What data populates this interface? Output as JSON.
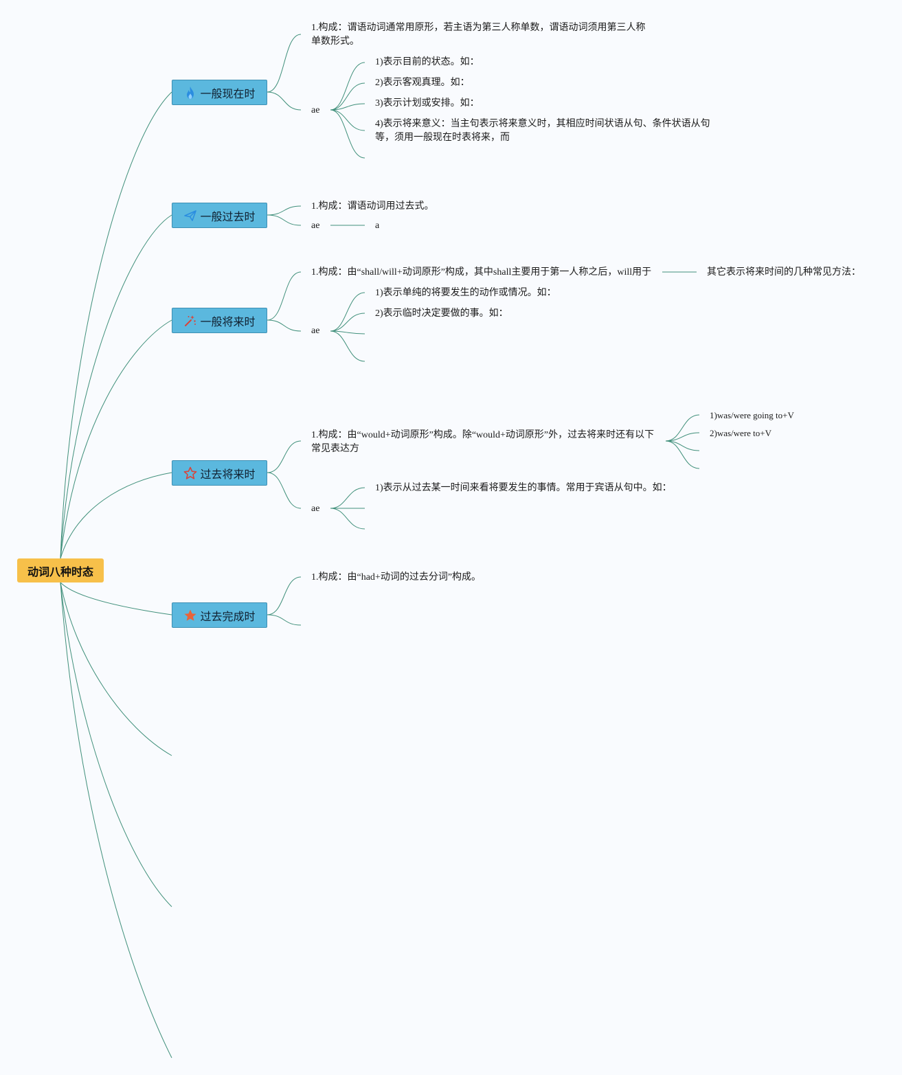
{
  "root": {
    "label": "动词八种时态"
  },
  "branches": [
    {
      "label": "一般现在时",
      "icon": "flame-icon",
      "icon_color": "#2a8de0",
      "rule": "1.构成：谓语动词通常用原形，若主语为第三人称单数，谓语动词须用第三人称单数形式。",
      "usage_key": "ae",
      "usages": [
        "1)表示目前的状态。如：",
        "2)表示客观真理。如：",
        "3)表示计划或安排。如：",
        "4)表示将来意义：当主句表示将来意义时，其相应时间状语从句、条件状语从句等，须用一般现在时表将来，而"
      ]
    },
    {
      "label": "一般过去时",
      "icon": "paper-plane-icon",
      "icon_color": "#2a8de0",
      "rule": "1.构成：谓语动词用过去式。",
      "usage_key": "ae",
      "usages": [
        "a"
      ]
    },
    {
      "label": "一般将来时",
      "icon": "magic-wand-icon",
      "icon_color": "#d8443a",
      "rule": "1.构成：由“shall/will+动词原形”构成，其中shall主要用于第一人称之后，will用于",
      "rule_extra": "其它表示将来时间的几种常见方法：",
      "usage_key": "ae",
      "usages": [
        "1)表示单纯的将要发生的动作或情况。如：",
        "2)表示临时决定要做的事。如："
      ]
    },
    {
      "label": "过去将来时",
      "icon": "star-outline-icon",
      "icon_color": "#d8443a",
      "rule": "1.构成：由“would+动词原形”构成。除“would+动词原形”外，过去将来时还有以下常见表达方",
      "rule_subs": [
        "1)was/were going to+V",
        "2)was/were to+V"
      ],
      "usage_key": "ae",
      "usages": [
        "1)表示从过去某一时间来看将要发生的事情。常用于宾语从句中。如："
      ]
    },
    {
      "label": "过去完成时",
      "icon": "star-filled-icon",
      "icon_color": "#e8643a",
      "rule": "1.构成：由“had+动词的过去分词”构成。"
    }
  ],
  "colors": {
    "link": "#3f8f7a",
    "root_fill": "#f7c04a",
    "branch_fill": "#5bb8de"
  }
}
